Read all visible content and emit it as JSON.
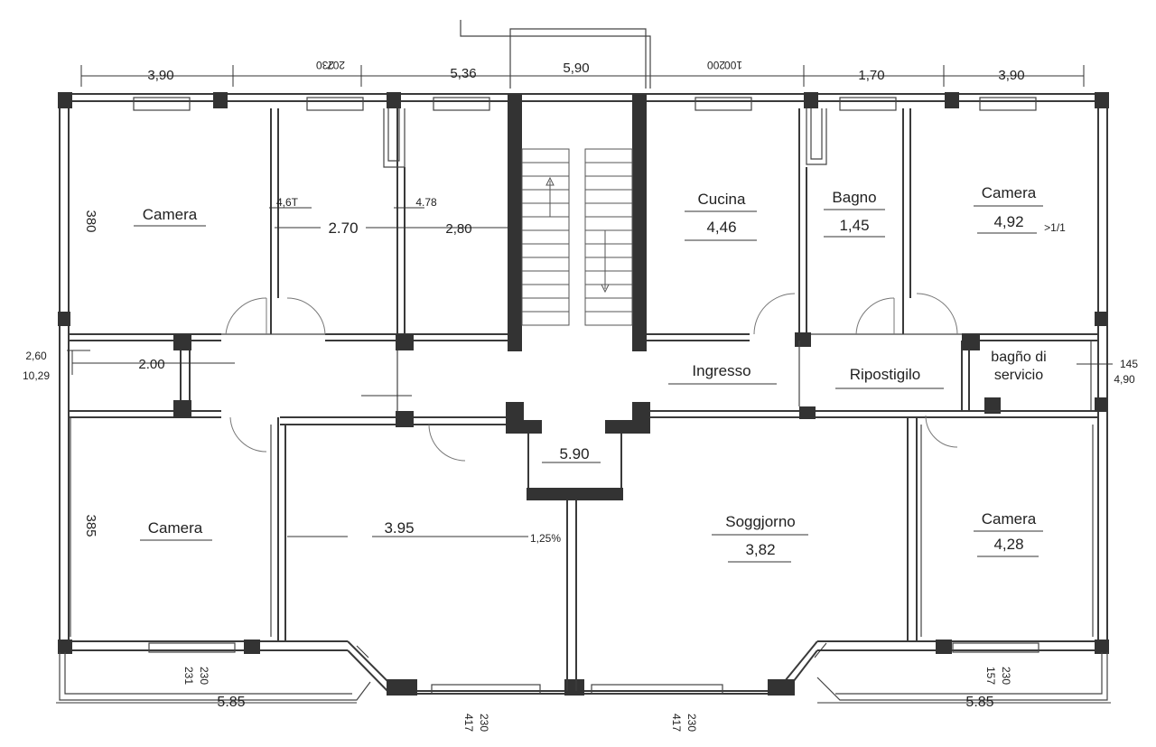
{
  "rooms": {
    "camera_top_left": {
      "name": "Camera"
    },
    "cucina": {
      "name": "Cucina",
      "value": "4,46"
    },
    "bagno": {
      "name": "Bagno",
      "value": "1,45"
    },
    "camera_top_right": {
      "name": "Camera",
      "value": "4,92",
      "note": ">1/1"
    },
    "ingresso": {
      "name": "Ingresso"
    },
    "ripostiglio": {
      "name": "Ripostigilo"
    },
    "bagno_servicio": {
      "line1": "bagño di",
      "line2": "servicio"
    },
    "camera_bottom_left": {
      "name": "Camera"
    },
    "soggiorno": {
      "name": "Soggjorno",
      "value": "3,82"
    },
    "camera_bottom_right": {
      "name": "Camera",
      "value": "4,28"
    }
  },
  "dimensions": {
    "top_1": "3,90",
    "top_2a": "230",
    "top_2b": "207",
    "top_3": "5,36",
    "top_4": "5,90",
    "top_5a": "200",
    "top_5b": "100",
    "top_6": "1,70",
    "top_7": "3,90",
    "left_top": "380",
    "left_bottom": "385",
    "left_mid_a": "2,60",
    "left_mid_b": "10,29",
    "corridor_left": "2.00",
    "room1_h": "4,6T",
    "room1_w": "2.70",
    "room2_h": "4.78",
    "room2_w": "2,80",
    "center_lower": "5.90",
    "room_bottom_mid": "3.95",
    "room_bottom_mid_b": "1,25%",
    "right_a": "145",
    "right_b": "4,90",
    "bottom_left_len": "5.85",
    "bottom_right_len": "5.85",
    "bottom_w1a": "231",
    "bottom_w1b": "230",
    "bottom_w2a": "417",
    "bottom_w2b": "230",
    "bottom_w3a": "417",
    "bottom_w3b": "230",
    "bottom_w4a": "157",
    "bottom_w4b": "230"
  }
}
